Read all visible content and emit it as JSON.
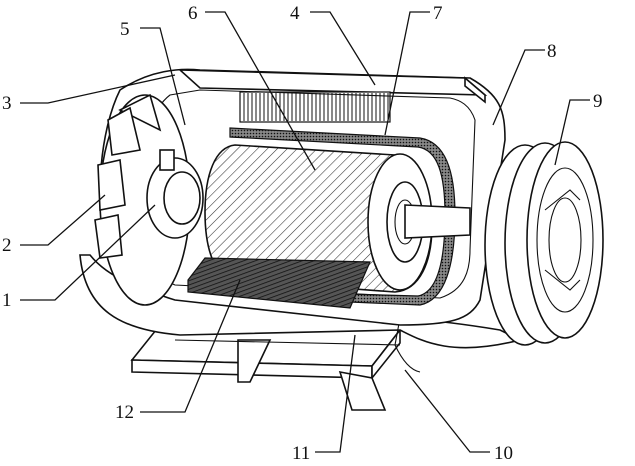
{
  "labels": [
    {
      "id": "1",
      "text": "1"
    },
    {
      "id": "2",
      "text": "2"
    },
    {
      "id": "3",
      "text": "3"
    },
    {
      "id": "4",
      "text": "4"
    },
    {
      "id": "5",
      "text": "5"
    },
    {
      "id": "6",
      "text": "6"
    },
    {
      "id": "7",
      "text": "7"
    },
    {
      "id": "8",
      "text": "8"
    },
    {
      "id": "9",
      "text": "9"
    },
    {
      "id": "10",
      "text": "10"
    },
    {
      "id": "11",
      "text": "11"
    },
    {
      "id": "12",
      "text": "12"
    }
  ]
}
